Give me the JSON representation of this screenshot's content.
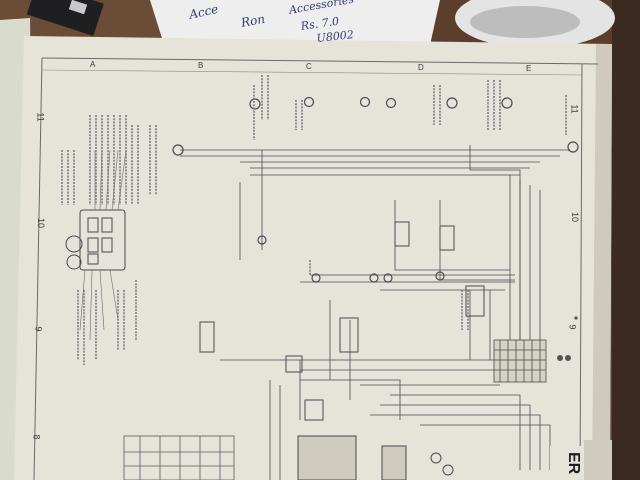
{
  "photo": {
    "subject": "wiring-diagram-page",
    "palette": {
      "desk": "#5a3f2c",
      "page": "#e6e3d8",
      "page_shadow": "#cfcabd",
      "left_sheet": "#d9dccd",
      "ink": "#4a4a52",
      "note_paper": "#eeeeef",
      "note_ink": "#2f3d6e"
    }
  },
  "handwritten_note": {
    "lines": [
      "Acce",
      "Ron",
      "Accessories",
      "Rs. 7.0",
      "U8002"
    ]
  },
  "diagram": {
    "grid_letters": [
      "A",
      "B",
      "C",
      "D",
      "E"
    ],
    "grid_numbers": [
      "11",
      "10",
      "9",
      "8"
    ],
    "heading_fragment": "ER"
  }
}
